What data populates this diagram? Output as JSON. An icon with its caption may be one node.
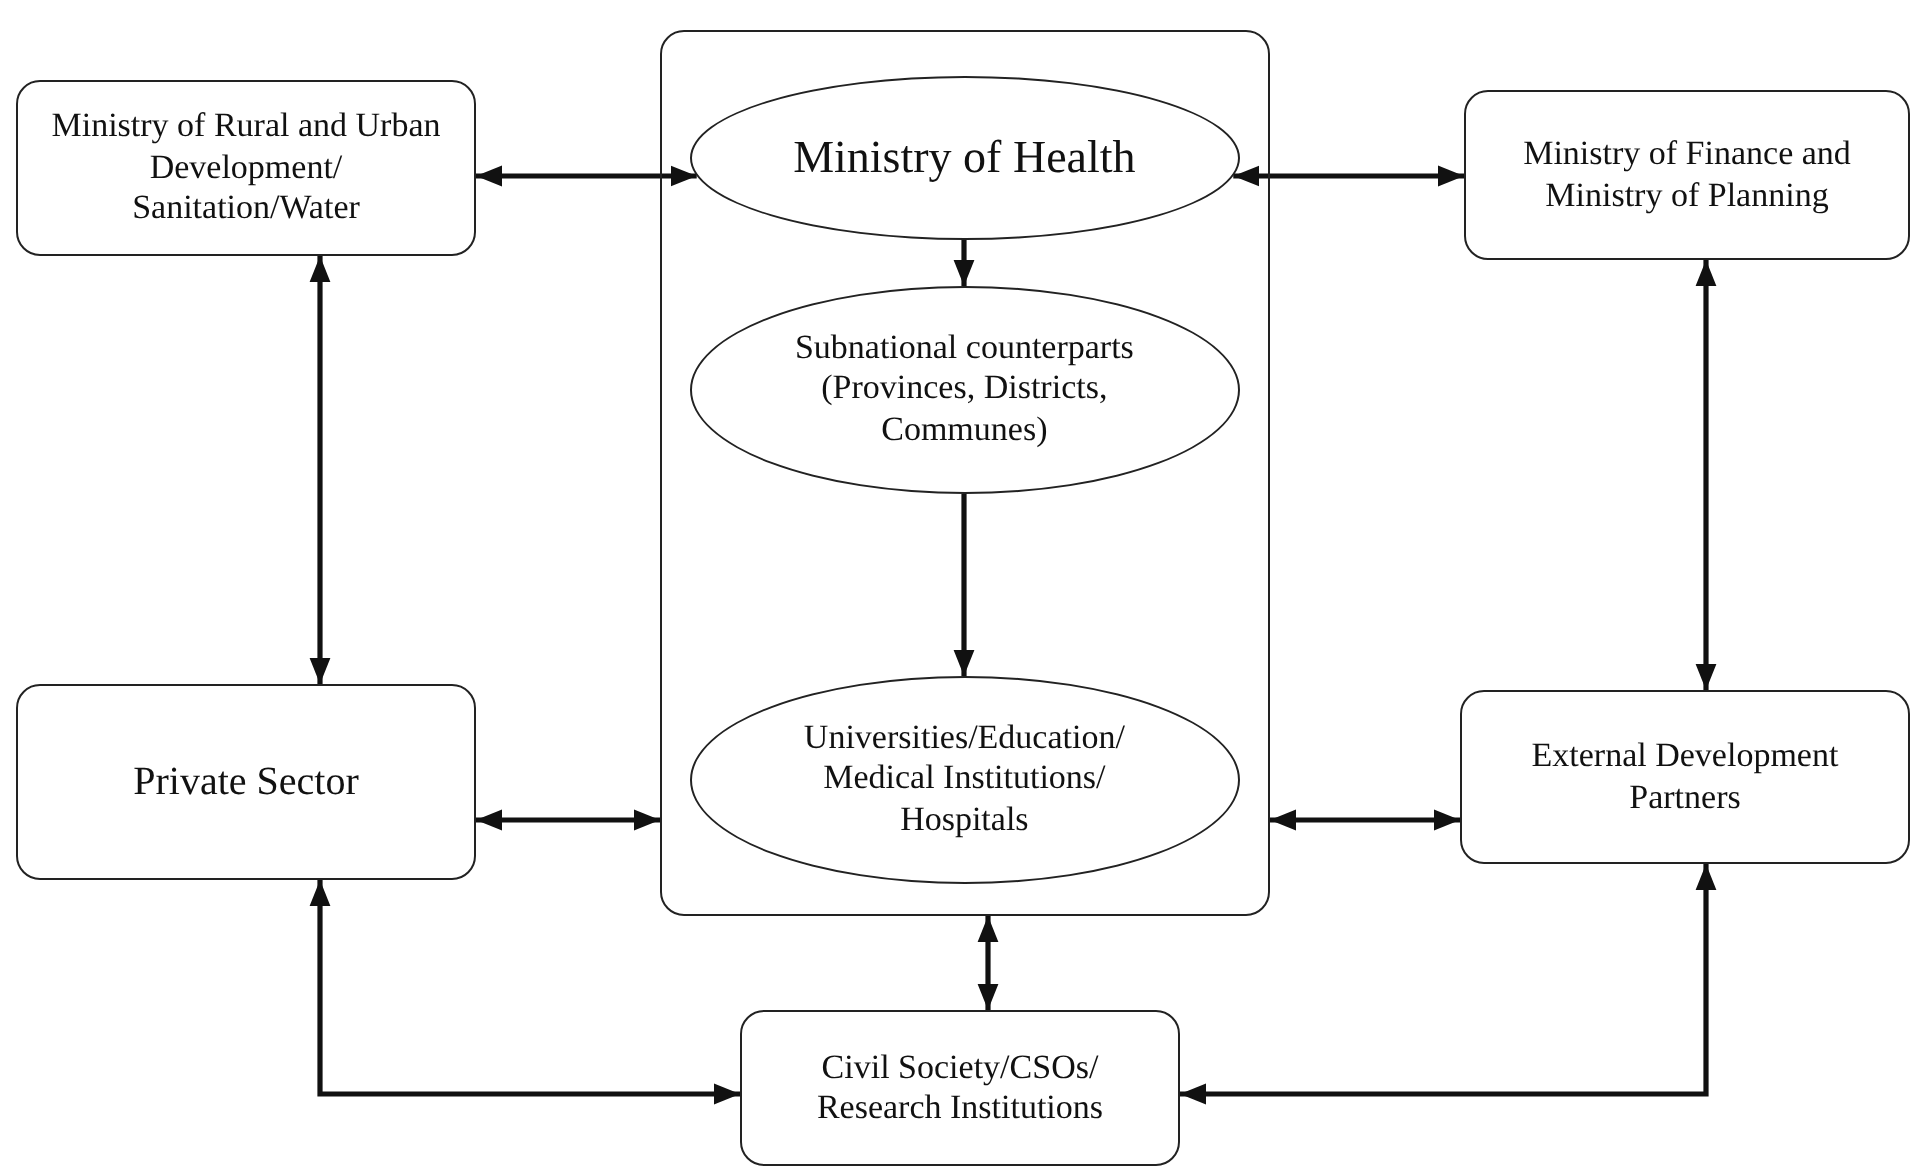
{
  "diagram": {
    "nodes": [
      {
        "text": [
          "Ministry of Rural and Urban Development/ Sanitation/Water"
        ]
      },
      {
        "text": [],
        "shape": "box"
      },
      {
        "text": [
          "Ministry of Health"
        ],
        "in": 1
      },
      {
        "text": [
          "Subnational counterparts (Provinces, Districts, Communes)"
        ],
        "in": 1
      },
      {
        "text": [
          "Universities/Education/ Medical Institutions/ Hospitals"
        ],
        "in": 1
      },
      {
        "text": [
          "Ministry of Finance and Ministry of Planning"
        ]
      },
      {
        "text": [
          "Private Sector"
        ]
      },
      {
        "text": [
          "External Development Partners"
        ]
      },
      {
        "text": [
          "Civil Society/CSOs/ Research Institutions"
        ]
      }
    ],
    "edges": [
      {
        "from": 0,
        "to": 2,
        "arrow": "both"
      },
      {
        "from": 2,
        "to": 5,
        "arrow": "both"
      },
      {
        "from": 0,
        "to": 6,
        "arrow": "both"
      },
      {
        "from": 5,
        "to": 7,
        "arrow": "both"
      },
      {
        "from": 6,
        "to": 1,
        "arrow": "both"
      },
      {
        "from": 1,
        "to": 7,
        "arrow": "both"
      },
      {
        "from": 2,
        "to": 3,
        "arrow": "to"
      },
      {
        "from": 3,
        "to": 4,
        "arrow": "to"
      },
      {
        "from": 1,
        "to": 8,
        "arrow": "both"
      },
      {
        "from": 6,
        "to": 8,
        "arrow": "both"
      },
      {
        "from": 7,
        "to": 8,
        "arrow": "both"
      }
    ]
  }
}
